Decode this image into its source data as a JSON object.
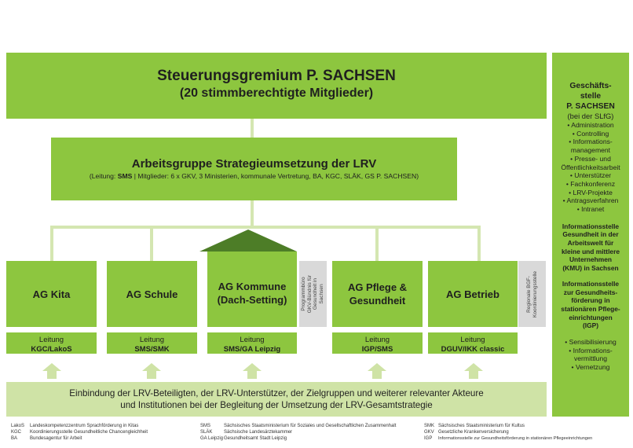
{
  "top": {
    "title": "Steuerungsgremium P. SACHSEN",
    "subtitle": "(20 stimmberechtigte Mitglieder)"
  },
  "ag_strategie": {
    "title": "Arbeitsgruppe Strategieumsetzung der LRV",
    "sub_prefix": "(Leitung: ",
    "sub_bold": "SMS",
    "sub_suffix": " | Mitglieder: 6 x GKV, 3 Ministerien, kommunale Vertretung, BA, KGC, SLÄK, GS P. SACHSEN)"
  },
  "ags": [
    {
      "line1": "AG Kita",
      "line2": "",
      "leitung_label": "Leitung",
      "leitung": "KGC/LakoS"
    },
    {
      "line1": "AG Schule",
      "line2": "",
      "leitung_label": "Leitung",
      "leitung": "SMS/SMK"
    },
    {
      "line1": "AG Kommune",
      "line2": "(Dach-Setting)",
      "leitung_label": "Leitung",
      "leitung": "SMS/GA Leipzig"
    },
    {
      "line1": "AG Pflege &",
      "line2": "Gesundheit",
      "leitung_label": "Leitung",
      "leitung": "IGP/SMS"
    },
    {
      "line1": "AG Betrieb",
      "line2": "",
      "leitung_label": "Leitung",
      "leitung": "DGUV/IKK classic"
    }
  ],
  "grey_boxes": {
    "programmbuero": [
      "Programmbüro",
      "GKV-Bündnis für",
      "Gesundheit in",
      "Sachsen"
    ],
    "regionale": [
      "Regionale BGF-",
      "Koordinierungsstelle"
    ]
  },
  "bottom": {
    "line1": "Einbindung der LRV-Beteiligten, der LRV-Unterstützer, der Zielgruppen und weiterer relevanter Akteure",
    "line2": "und Institutionen bei der Begleitung der Umsetzung der LRV-Gesamtstrategie"
  },
  "sidebar": {
    "title1": "Geschäfts-",
    "title2": "stelle",
    "title3": "P. SACHSEN",
    "sub": "(bei der SLfG)",
    "items": [
      "• Administration",
      "• Controlling",
      "• Informations-",
      "management",
      "• Presse- und",
      "Öffentlichkeitsarbeit",
      "• Unterstützer",
      "• Fachkonferenz",
      "• LRV-Projekte",
      "• Antragsverfahren",
      "• Intranet"
    ],
    "info1": [
      "Informationsstelle",
      "Gesundheit in der",
      "Arbeitswelt für",
      "kleine und mittlere",
      "Unternehmen",
      "(KMU) in Sachsen"
    ],
    "info2": [
      "Informationsstelle",
      "zur Gesundheits-",
      "förderung in",
      "stationären Pflege-",
      "einrichtungen",
      "(IGP)"
    ],
    "items2": [
      "• Sensibilisierung",
      "• Informations-",
      "vermittlung",
      "• Vernetzung"
    ]
  },
  "legend": {
    "col1": [
      [
        "LakoS",
        "Landeskompetenzzentrum Sprachförderung in Kitas"
      ],
      [
        "KGC",
        "Koordinierungsstelle Gesundheitliche Chancengleichheit"
      ],
      [
        "BA",
        "Bundesagentur für Arbeit"
      ]
    ],
    "col2": [
      [
        "SMS",
        "Sächsisches Staatsministerium für Soziales und Gesellschaftlichen Zusammenhalt"
      ],
      [
        "SLÄK",
        "Sächsische Landesärztekammer"
      ],
      [
        "GA Leipzig",
        "Gesundheitsamt Stadt Leipzig"
      ]
    ],
    "col3": [
      [
        "SMK",
        "Sächsisches Staatsministerium für Kultus"
      ],
      [
        "GKV",
        "Gesetzliche Krankenversicherung"
      ],
      [
        "IGP",
        "Informationsstelle zur Gesundheitsförderung in stationären Pflegeeinrichtungen"
      ]
    ]
  },
  "colors": {
    "primary": "#8dc63f",
    "light": "#cfe3a6",
    "connector": "#d4e6b1",
    "grey": "#d9d9d9",
    "roof": "#4d7d27"
  }
}
